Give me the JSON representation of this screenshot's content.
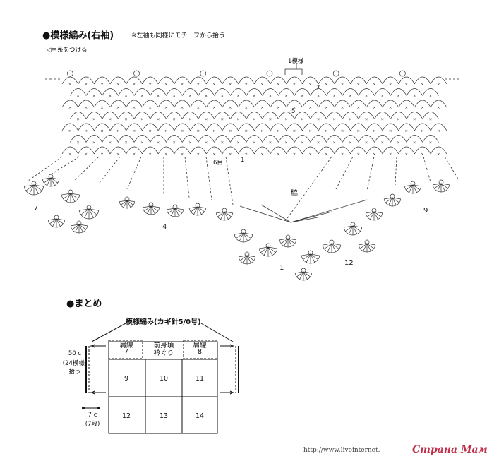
{
  "pattern": {
    "title": "●模様編み(右袖)",
    "note": "※左袖も同様にモチーフから拾う",
    "legend": "◁＝糸をつける",
    "repeat_label": "1模様",
    "labels": {
      "row7": "7",
      "row5": "5",
      "row6": "6目",
      "one": "1",
      "waki": "脇",
      "m7": "7",
      "m4": "4",
      "m9": "9",
      "m1": "1",
      "m12": "12"
    }
  },
  "assembly": {
    "title": "●まとめ",
    "pattern_label": "模様編み(カギ針5/0号)",
    "side_label": [
      "50 c",
      "(24模様)",
      "拾う"
    ],
    "bottom_label": [
      "7 c",
      "(7段)"
    ],
    "top_cells": [
      {
        "label": "肩線",
        "num": "7"
      },
      {
        "label": "前身頃\n衿ぐり",
        "num": ""
      },
      {
        "label": "肩線",
        "num": "8"
      }
    ],
    "rows": [
      [
        "9",
        "10",
        "11"
      ],
      [
        "12",
        "13",
        "14"
      ]
    ]
  },
  "watermark": {
    "url": "http://www.liveinternet.",
    "brand": "Страна Мам"
  }
}
